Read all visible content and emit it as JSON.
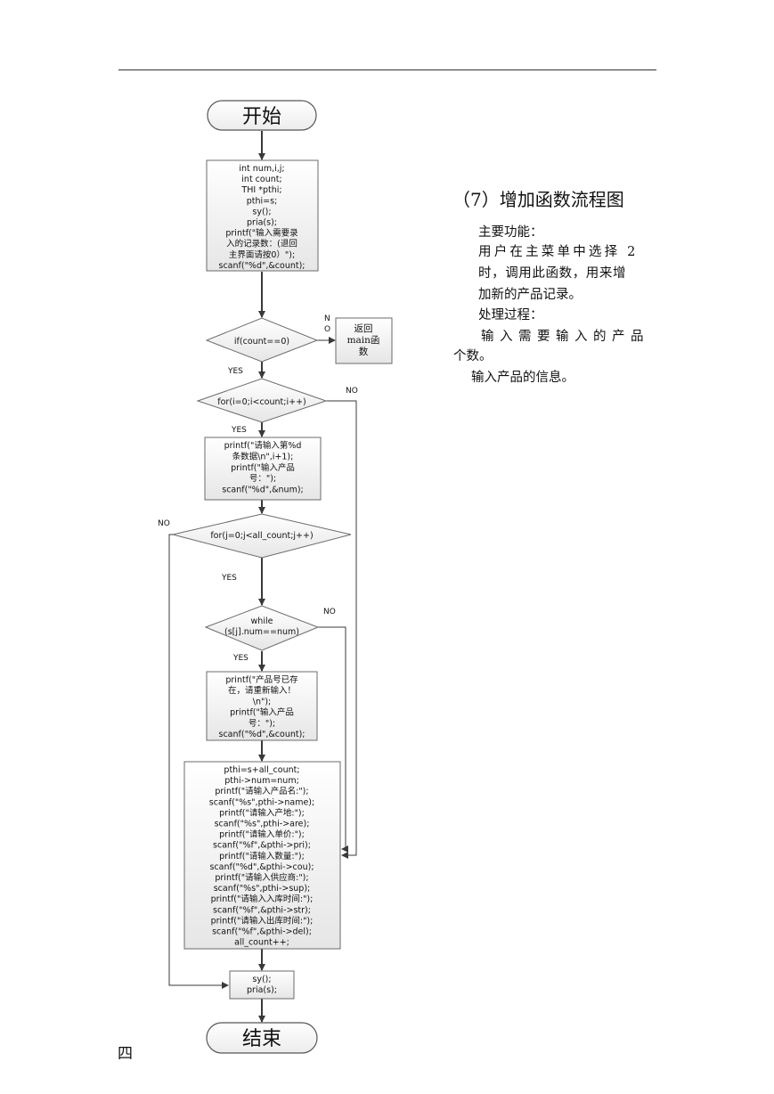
{
  "terminals": {
    "start": "开始",
    "end": "结束"
  },
  "boxes": {
    "init": [
      "int num,i,j;",
      "int count;",
      "THI *pthi;",
      "pthi=s;",
      "sy();",
      "pria(s);",
      "printf(\"输入需要录",
      "入的记录数：(退回",
      "主界面请按0）\");",
      "scanf(\"%d\",&count);"
    ],
    "return_main": [
      "返回",
      "main函",
      "数"
    ],
    "input_product": [
      "printf(\"请输入第%d",
      "条数据\\n\",i+1);",
      "printf(\"输入产品",
      "号：\");",
      "scanf(\"%d\",&num);"
    ],
    "exists": [
      "printf(\"产品号已存",
      "在，请重新输入！",
      "\\n\");",
      "printf(\"输入产品",
      "号：\");",
      "scanf(\"%d\",&count);"
    ],
    "record": [
      "pthi=s+all_count;",
      "pthi->num=num;",
      "printf(\"请输入产品名:\");",
      "scanf(\"%s\",pthi->name);",
      "printf(\"请输入产地:\");",
      "scanf(\"%s\",pthi->are);",
      "printf(\"请输入单价:\");",
      "scanf(\"%f\",&pthi->pri);",
      "printf(\"请输入数量:\");",
      "scanf(\"%d\",&pthi->cou);",
      "printf(\"请输入供应商:\");",
      "scanf(\"%s\",pthi->sup);",
      "printf(\"请输入入库时间:\");",
      "scanf(\"%f\",&pthi->str);",
      "printf(\"请输入出库时间:\");",
      "scanf(\"%f\",&pthi->del);",
      "all_count++;"
    ],
    "final": [
      "sy();",
      "pria(s);"
    ]
  },
  "decisions": {
    "if_count": "if(count==0)",
    "for_i": "for(i=0;i<count;i++)",
    "for_j": "for(j=0;j<all_count;j++)",
    "while_line1": "while",
    "while_line2": "(s[j].num==num)"
  },
  "edge_labels": {
    "yes": "YES",
    "no": "NO",
    "no_v1": "N",
    "no_v2": "O"
  },
  "side": {
    "title": "（7）增加函数流程图",
    "p1": "主要功能：",
    "p2a": "用户在主菜单中选择 2",
    "p2b": "时，调用此函数，用来增",
    "p2c": "加新的产品记录。",
    "p3": "处理过程：",
    "p4a": "输入需要输入的产品",
    "p4b": "个数。",
    "p5": "输入产品的信息。"
  },
  "footer": "四"
}
